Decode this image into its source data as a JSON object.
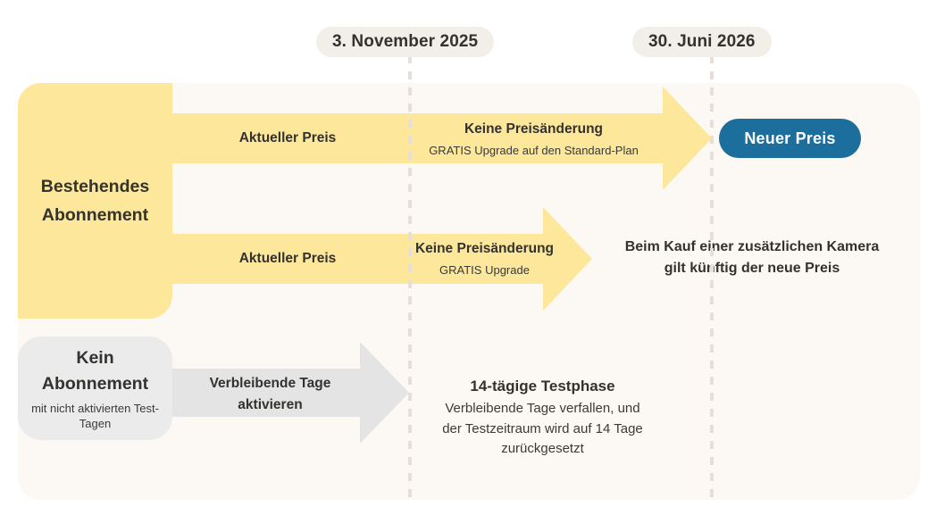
{
  "colors": {
    "card_bg": "#FCF9F4",
    "yellow": "#FCE79A",
    "yellow_block": "#FCE79A",
    "grey": "#EBEBEB",
    "blue_badge": "#1C6E9C",
    "dash": "#E6DFD9",
    "pill_bg": "#F2EFE9",
    "text": "#33322F"
  },
  "timeline": {
    "markers": [
      {
        "label": "3. November 2025"
      },
      {
        "label": "30. Juni 2026"
      }
    ]
  },
  "categories": {
    "existing": {
      "title_line1": "Bestehendes",
      "title_line2": "Abonnement"
    },
    "none": {
      "title_line1": "Kein",
      "title_line2": "Abonnement",
      "subtitle_line1": "mit nicht aktivierten Test-",
      "subtitle_line2": "Tagen"
    }
  },
  "rows": {
    "row1": {
      "left_label": "Aktueller Preis",
      "right_main": "Keine Preisänderung",
      "right_sub": "GRATIS Upgrade auf den Standard-Plan",
      "badge": "Neuer Preis"
    },
    "row2": {
      "left_label": "Aktueller Preis",
      "right_main": "Keine Preisänderung",
      "right_sub": "GRATIS Upgrade",
      "note_line1": "Beim Kauf einer zusätzlichen Kamera",
      "note_line2": "gilt künftig der neue Preis"
    },
    "row3": {
      "left_label_line1": "Verbleibende Tage",
      "left_label_line2": "aktivieren",
      "note_title": "14-tägige Testphase",
      "note_line1": "Verbleibende Tage verfallen, und",
      "note_line2": "der Testzeitraum wird auf 14 Tage",
      "note_line3": "zurückgesetzt"
    }
  }
}
